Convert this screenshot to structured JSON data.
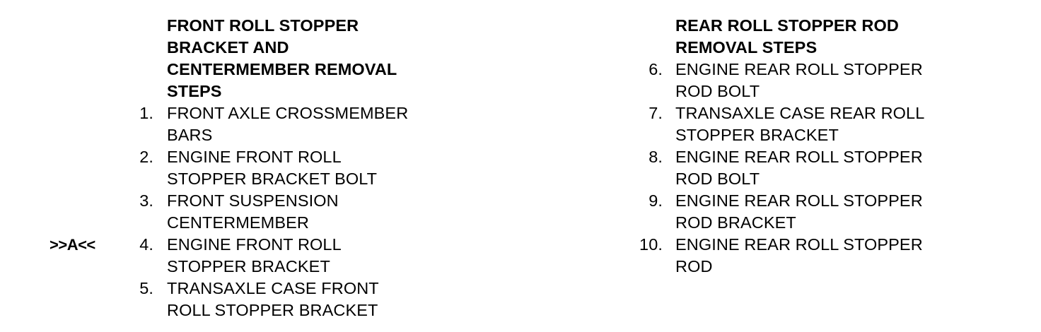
{
  "document": {
    "background_color": "#ffffff",
    "text_color": "#000000"
  },
  "left_column": {
    "heading_lines": [
      "FRONT ROLL STOPPER",
      "BRACKET AND",
      "CENTERMEMBER REMOVAL",
      "STEPS"
    ],
    "callout_marker": ">>A<<",
    "steps": [
      {
        "number": "1.",
        "lines": [
          "FRONT AXLE CROSSMEMBER",
          "BARS"
        ]
      },
      {
        "number": "2.",
        "lines": [
          "ENGINE FRONT ROLL",
          "STOPPER BRACKET BOLT"
        ]
      },
      {
        "number": "3.",
        "lines": [
          "FRONT SUSPENSION",
          "CENTERMEMBER"
        ]
      },
      {
        "number": "4.",
        "lines": [
          "ENGINE FRONT ROLL",
          "STOPPER BRACKET"
        ]
      },
      {
        "number": "5.",
        "lines": [
          "TRANSAXLE CASE FRONT",
          "ROLL STOPPER BRACKET"
        ]
      }
    ]
  },
  "right_column": {
    "heading_lines": [
      "REAR ROLL STOPPER ROD",
      "REMOVAL STEPS"
    ],
    "steps": [
      {
        "number": "6.",
        "lines": [
          "ENGINE REAR ROLL STOPPER",
          "ROD BOLT"
        ]
      },
      {
        "number": "7.",
        "lines": [
          "TRANSAXLE CASE REAR ROLL",
          "STOPPER BRACKET"
        ]
      },
      {
        "number": "8.",
        "lines": [
          "ENGINE REAR ROLL STOPPER",
          "ROD BOLT"
        ]
      },
      {
        "number": "9.",
        "lines": [
          "ENGINE REAR ROLL STOPPER",
          "ROD BRACKET"
        ]
      },
      {
        "number": "10.",
        "lines": [
          "ENGINE REAR ROLL STOPPER",
          "ROD"
        ]
      }
    ]
  }
}
